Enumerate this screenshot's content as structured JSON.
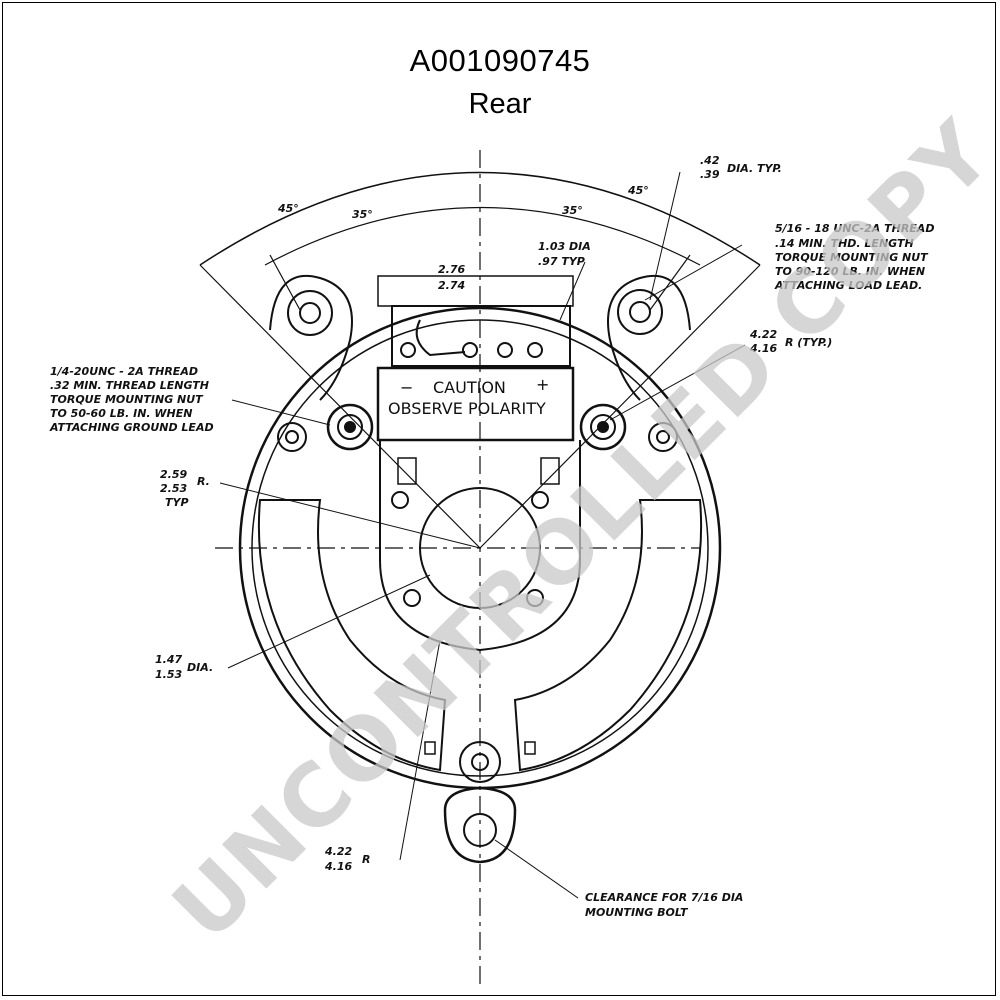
{
  "header": {
    "part_number": "A001090745",
    "view": "Rear"
  },
  "watermark": "UNCONTROLLED COPY",
  "callouts": {
    "angle_45_left": "45°",
    "angle_35_left": "35°",
    "angle_35_right": "35°",
    "angle_45_right": "45°",
    "width_top": "2.76",
    "width_bottom": "2.74",
    "dia_typ_top": ".42",
    "dia_typ_bottom": ".39",
    "dia_typ_suffix": "DIA. TYP.",
    "stud_dia_top": "1.03 DIA",
    "stud_dia_bottom": ".97 TYP",
    "thread_top_line1": "5/16 - 18 UNC-2A THREAD",
    "thread_top_line2": ".14 MIN. THD. LENGTH",
    "thread_top_line3": "TORQUE MOUNTING NUT",
    "thread_top_line4": "TO 90-120 LB. IN. WHEN",
    "thread_top_line5": "ATTACHING LOAD LEAD.",
    "radius_top": "4.22",
    "radius_bottom": "4.16",
    "radius_suffix": "R (TYP.)",
    "ground_line1": "1/4-20UNC - 2A THREAD",
    "ground_line2": ".32 MIN. THREAD LENGTH",
    "ground_line3": "TORQUE MOUNTING NUT",
    "ground_line4": "TO 50-60 LB. IN. WHEN",
    "ground_line5": "ATTACHING GROUND LEAD",
    "r_top": "2.59",
    "r_bottom": "2.53",
    "r_suffix": "R.",
    "r_typ": "TYP",
    "dia_center_top": "1.47",
    "dia_center_bottom": "1.53",
    "dia_center_suffix": "DIA.",
    "bottom_r_top": "4.22",
    "bottom_r_bottom": "4.16",
    "bottom_r_suffix": "R",
    "clearance_line1": "CLEARANCE FOR 7/16 DIA",
    "clearance_line2": "MOUNTING BOLT",
    "caution_line1": "CAUTION",
    "caution_line2": "OBSERVE POLARITY",
    "minus_sign": "−",
    "plus_sign": "+"
  }
}
